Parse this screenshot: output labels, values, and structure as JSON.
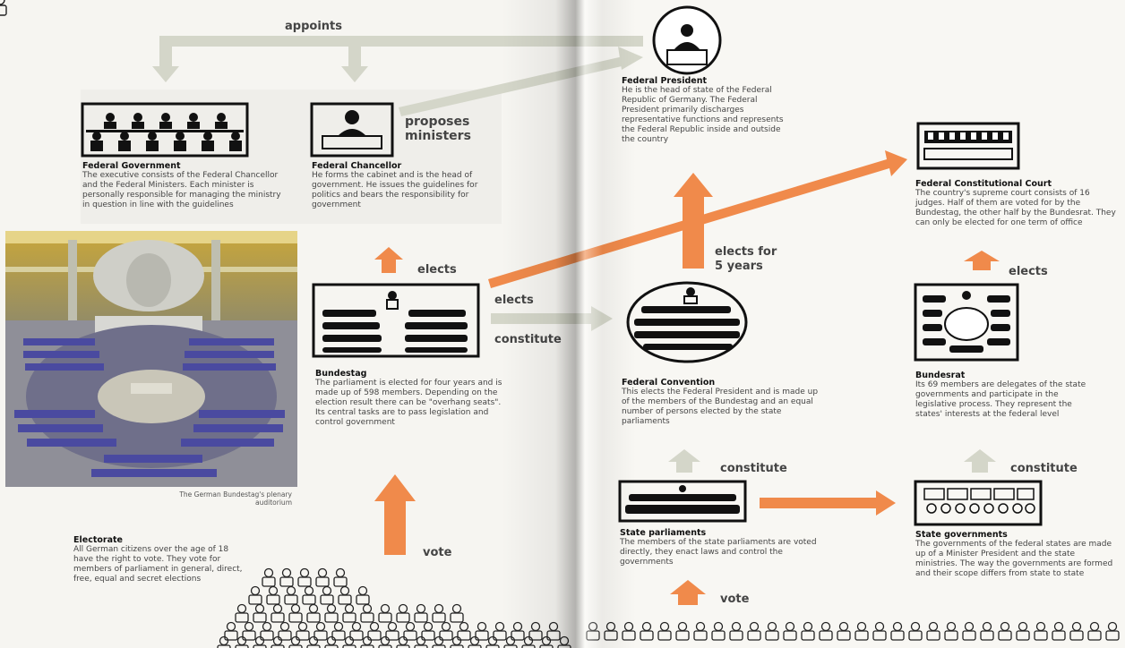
{
  "arrows": {
    "appoints": "appoints",
    "proposes_ministers": "proposes ministers",
    "elects_bundestag": "elects",
    "elects_middle": "elects",
    "constitute_middle": "constitute",
    "elects_for_5_years": "elects for 5 years",
    "elects_court": "elects",
    "vote_left": "vote",
    "constitute_state_left": "constitute",
    "constitute_state_right": "constitute",
    "vote_right": "vote"
  },
  "federal_government": {
    "title": "Federal Government",
    "text": "The executive consists of the Federal Chancellor and the Federal Ministers. Each minister is personally responsible for managing the ministry in question in line with the guidelines"
  },
  "federal_chancellor": {
    "title": "Federal Chancellor",
    "text": "He forms the cabinet and is the head of government. He issues the guidelines for politics and bears the responsibility for government"
  },
  "federal_president": {
    "title": "Federal President",
    "text": "He is the head of state of the Federal Republic of Germany. The Federal President primarily discharges representative functions and represents the Federal Republic inside and outside the country"
  },
  "federal_constitutional_court": {
    "title": "Federal Constitutional Court",
    "text": "The country's supreme court consists of 16 judges. Half of them are voted for by the Bundestag, the other half by the Bundesrat. They can only be elected for one term of office"
  },
  "bundestag": {
    "title": "Bundestag",
    "text": "The parliament is elected for four years and is made up of 598 members. Depending on the election result there can be \"overhang seats\". Its central tasks are to pass legislation and control government"
  },
  "federal_convention": {
    "title": "Federal Convention",
    "text": "This elects the Federal President and is made up of the members of the Bundestag and an equal number of persons elected by the state parliaments"
  },
  "bundesrat": {
    "title": "Bundesrat",
    "text": "Its 69 members are delegates of the state governments and participate in the legislative process. They represent the states' interests at the federal level"
  },
  "state_parliaments": {
    "title": "State parliaments",
    "text": "The members of the state parliaments are voted directly, they enact laws and control the governments"
  },
  "state_governments": {
    "title": "State governments",
    "text": "The governments of the federal states are made up of a Minister President and the state ministries. The way the governments are formed and their scope differs from state to state"
  },
  "electorate": {
    "title": "Electorate",
    "text": "All German citizens over the age of 18 have the right to vote. They vote for members of parliament in general, direct, free, equal and secret elections"
  },
  "photo": {
    "caption": "The German Bundestag's plenary auditorium"
  },
  "colors": {
    "orange": "#f08a4b",
    "grey_arrow": "#d4d6c9",
    "ink": "#111111"
  }
}
